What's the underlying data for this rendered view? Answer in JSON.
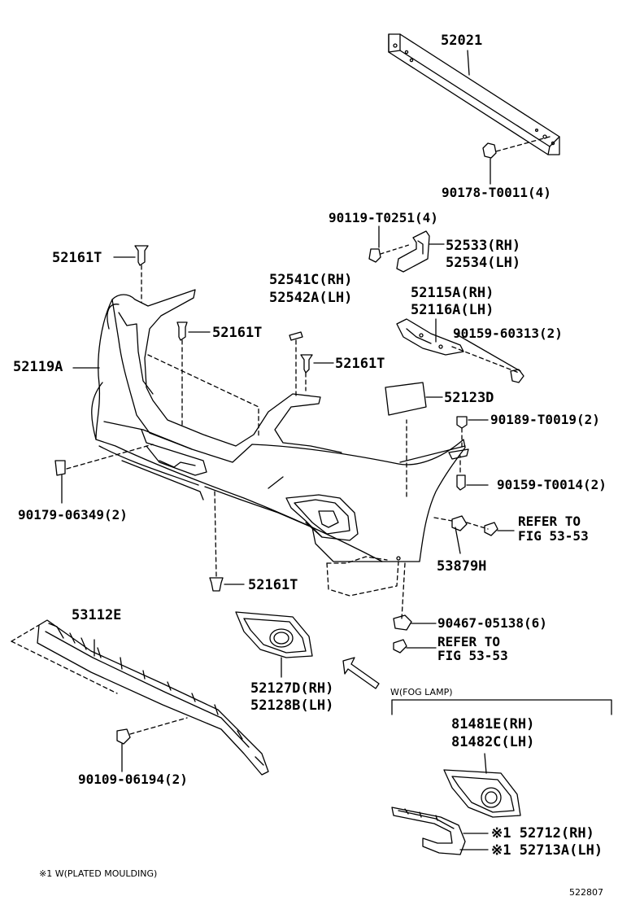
{
  "parts": {
    "p52021": "52021",
    "p90178": "90178-T0011(4)",
    "p90119": "90119-T0251(4)",
    "p52533": "52533(RH)",
    "p52534": "52534(LH)",
    "p52161t_a": "52161T",
    "p52541c": "52541C(RH)",
    "p52542a": "52542A(LH)",
    "p52115a": "52115A(RH)",
    "p52116a": "52116A(LH)",
    "p52161t_b": "52161T",
    "p90159_60313": "90159-60313(2)",
    "p52119a": "52119A",
    "p52161t_c": "52161T",
    "p52123d": "52123D",
    "p90189": "90189-T0019(2)",
    "p90159_t0014": "90159-T0014(2)",
    "p90179": "90179-06349(2)",
    "refer1_a": "REFER TO",
    "refer1_b": "FIG 53-53",
    "p53879h": "53879H",
    "p52161t_d": "52161T",
    "p53112e": "53112E",
    "p90467": "90467-05138(6)",
    "refer2_a": "REFER TO",
    "refer2_b": "FIG 53-53",
    "p52127d": "52127D(RH)",
    "p52128b": "52128B(LH)",
    "p90109": "90109-06194(2)",
    "p81481e": "81481E(RH)",
    "p81482c": "81482C(LH)",
    "p52712": "※1 52712(RH)",
    "p52713a": "※1 52713A(LH)"
  },
  "notes": {
    "fog_lamp": "W(FOG LAMP)",
    "plated": "※1 W(PLATED MOULDING)",
    "figure_id": "522807"
  }
}
